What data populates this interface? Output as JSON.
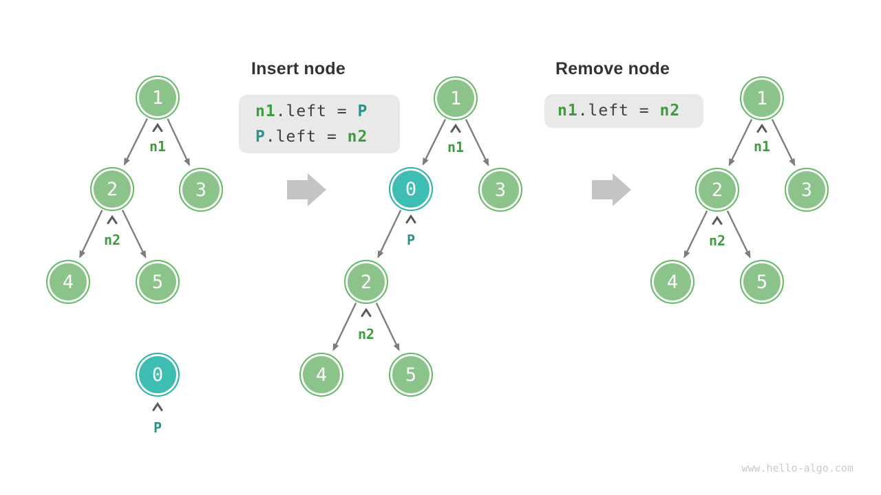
{
  "watermark": "www.hello-algo.com",
  "insert": {
    "title": "Insert node",
    "code": [
      {
        "t0": "n1",
        "t1": ".left = ",
        "t2": "P"
      },
      {
        "t0": "P",
        "t1": ".left = ",
        "t2": "n2"
      }
    ]
  },
  "remove": {
    "title": "Remove node",
    "code": [
      {
        "t0": "n1",
        "t1": ".left = ",
        "t2": "n2"
      }
    ]
  },
  "trees": {
    "left": {
      "nodes": {
        "v1": "1",
        "v2": "2",
        "v3": "3",
        "v4": "4",
        "v5": "5",
        "v0": "0"
      },
      "labels": {
        "n1": "n1",
        "n2": "n2",
        "p": "P"
      }
    },
    "middle": {
      "nodes": {
        "v1": "1",
        "v0": "0",
        "v3": "3",
        "v2": "2",
        "v4": "4",
        "v5": "5"
      },
      "labels": {
        "n1": "n1",
        "p": "P",
        "n2": "n2"
      }
    },
    "right": {
      "nodes": {
        "v1": "1",
        "v2": "2",
        "v3": "3",
        "v4": "4",
        "v5": "5"
      },
      "labels": {
        "n1": "n1",
        "n2": "n2"
      }
    }
  },
  "icons": {
    "pointer-caret": "chevron-up",
    "transition-arrow": "right-block-arrow",
    "edge-arrow": "diagonal-arrow"
  },
  "colors": {
    "node-green": "#8CC38A",
    "node-green-border": "#64BB66",
    "node-teal": "#3EBDB2",
    "node-teal-border": "#2CB3A7",
    "label-green": "#3E9B3E",
    "label-teal": "#2A938A",
    "code-plain": "#3F3F3F",
    "edge-gray": "#7D7D7D",
    "caret-gray": "#5A5A5A",
    "block-arrow-gray": "#C4C4C4",
    "codebox-bg": "#E9E9E9",
    "heading-color": "#333333",
    "watermark-color": "#C9C9C9"
  }
}
